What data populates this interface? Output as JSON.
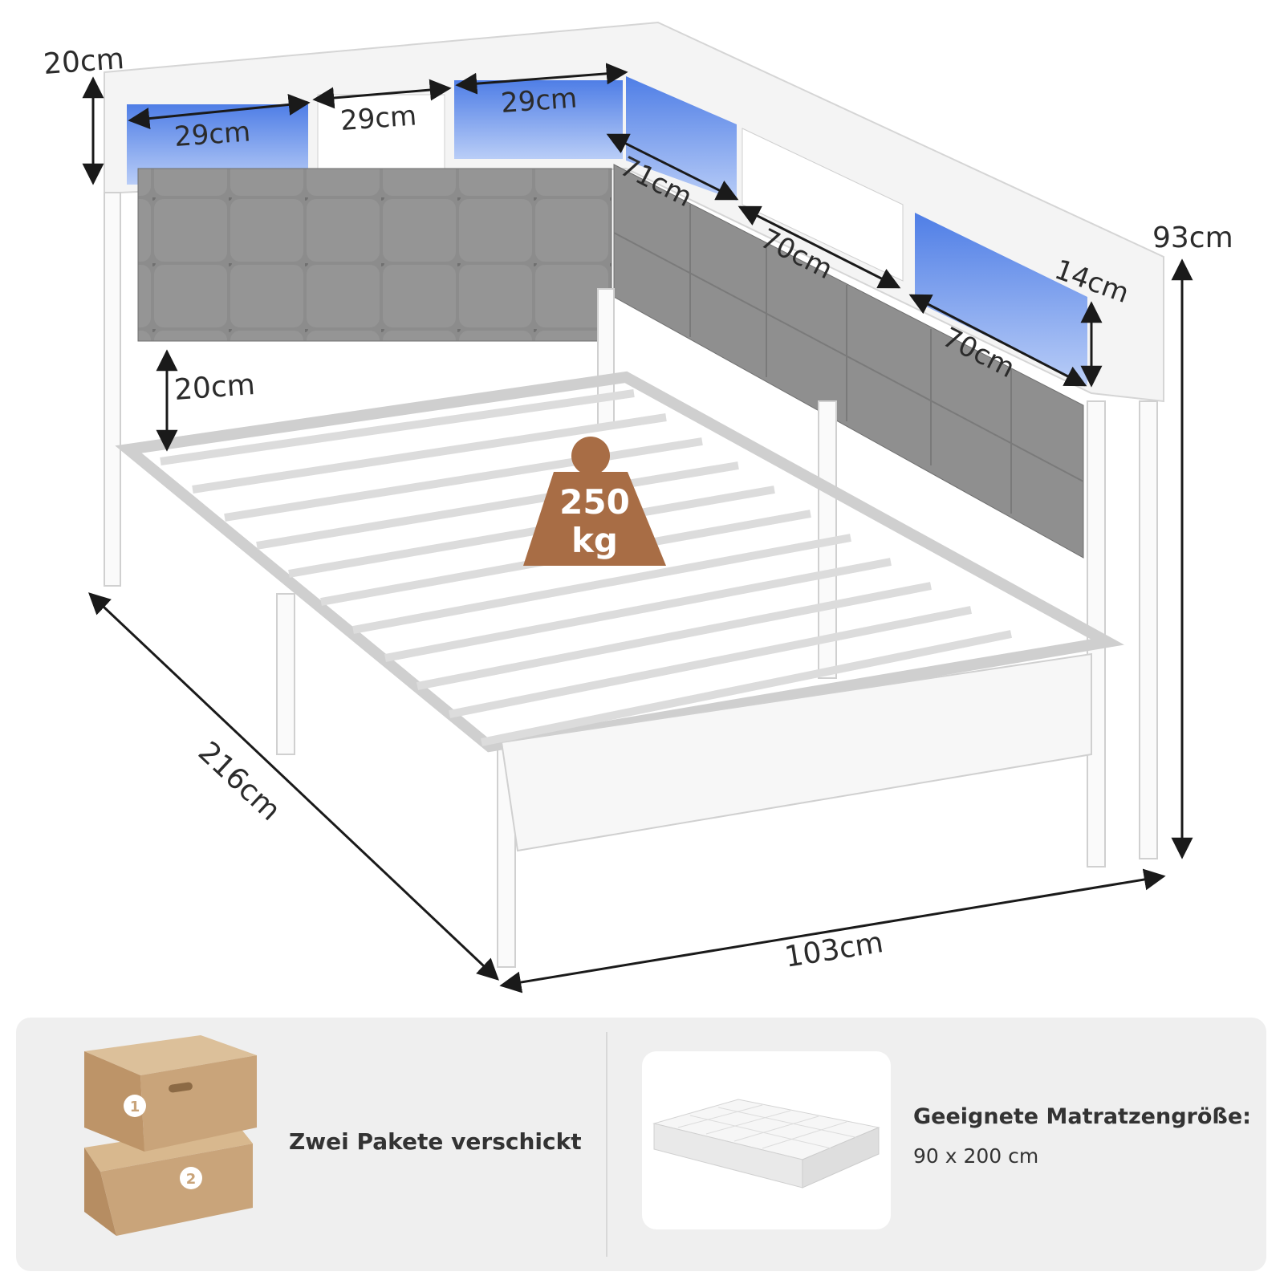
{
  "dimensions": {
    "shelf_height": "20cm",
    "shelf_width_1": "29cm",
    "shelf_width_2": "29cm",
    "shelf_width_3": "29cm",
    "side_width_1": "71cm",
    "side_width_2": "70cm",
    "side_width_3": "70cm",
    "side_shelf_height": "14cm",
    "total_height": "93cm",
    "clearance_height": "20cm",
    "length": "216cm",
    "width": "103cm"
  },
  "load": {
    "value": "250",
    "unit": "kg"
  },
  "info": {
    "packages_label": "Zwei Pakete verschickt",
    "box_1": "1",
    "box_2": "2",
    "mattress_title": "Geeignete Matratzengröße:",
    "mattress_size": "90 x 200 cm"
  },
  "colors": {
    "frame": "#ffffff",
    "upholstery": "#8e8e8e",
    "led": "#6b8fe8",
    "weight_badge": "#a86d45",
    "cardboard": "#c9a47a"
  }
}
